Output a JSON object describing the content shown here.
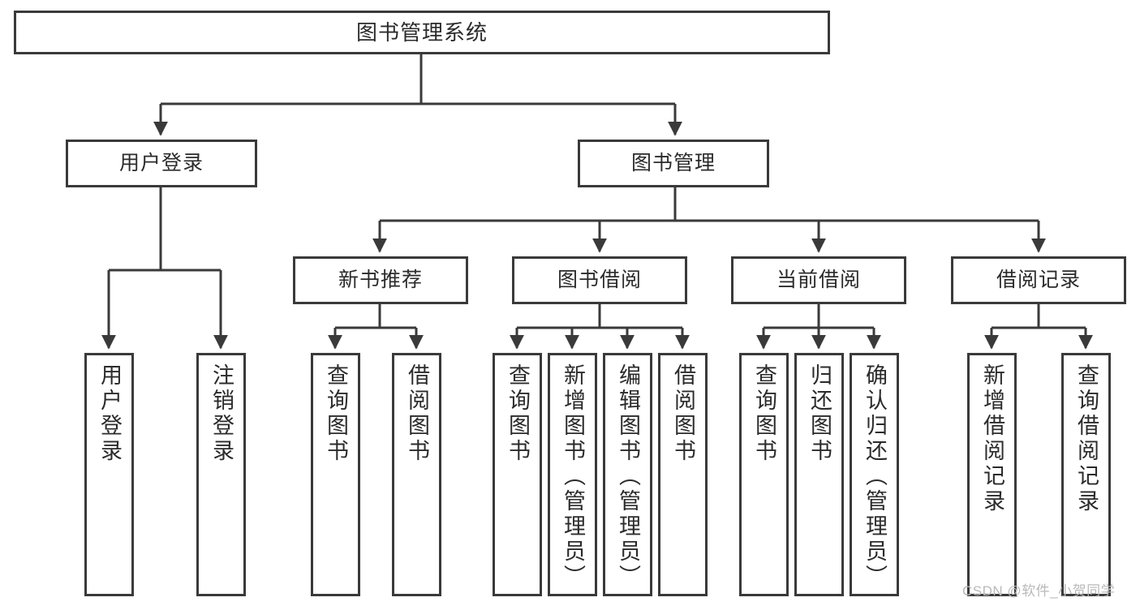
{
  "diagram": {
    "title": "图书管理系统",
    "type": "hierarchy-tree",
    "colors": {
      "stroke": "#3a3a3a",
      "fill": "#ffffff",
      "text": "#2b2b2b",
      "watermark": "#b9b9b9"
    },
    "levels": {
      "root": "图书管理系统",
      "level2": [
        "用户登录",
        "图书管理"
      ],
      "level3": [
        "新书推荐",
        "图书借阅",
        "当前借阅",
        "借阅记录"
      ]
    },
    "nodes": {
      "root": {
        "label": "图书管理系统"
      },
      "user_login": {
        "label": "用户登录"
      },
      "book_manage": {
        "label": "图书管理"
      },
      "new_book_rec": {
        "label": "新书推荐"
      },
      "book_borrow": {
        "label": "图书借阅"
      },
      "current_borrow": {
        "label": "当前借阅"
      },
      "borrow_record": {
        "label": "借阅记录"
      },
      "leaf_user_login": {
        "label": "用户登录"
      },
      "leaf_logout": {
        "label": "注销登录"
      },
      "leaf_query_book_1": {
        "label": "查询图书"
      },
      "leaf_borrow_book_1": {
        "label": "借阅图书"
      },
      "leaf_query_book_2": {
        "label": "查询图书"
      },
      "leaf_add_book_admin": {
        "label": "新增图书（管理员）"
      },
      "leaf_edit_book_admin": {
        "label": "编辑图书（管理员）"
      },
      "leaf_borrow_book_2": {
        "label": "借阅图书"
      },
      "leaf_query_book_3": {
        "label": "查询图书"
      },
      "leaf_return_book": {
        "label": "归还图书"
      },
      "leaf_confirm_return_admin": {
        "label": "确认归还（管理员）"
      },
      "leaf_add_record": {
        "label": "新增借阅记录"
      },
      "leaf_query_record": {
        "label": "查询借阅记录"
      }
    },
    "edges": [
      {
        "from": "root",
        "to": "user_login"
      },
      {
        "from": "root",
        "to": "book_manage"
      },
      {
        "from": "user_login",
        "to": "leaf_user_login"
      },
      {
        "from": "user_login",
        "to": "leaf_logout"
      },
      {
        "from": "book_manage",
        "to": "new_book_rec"
      },
      {
        "from": "book_manage",
        "to": "book_borrow"
      },
      {
        "from": "book_manage",
        "to": "current_borrow"
      },
      {
        "from": "book_manage",
        "to": "borrow_record"
      },
      {
        "from": "new_book_rec",
        "to": "leaf_query_book_1"
      },
      {
        "from": "new_book_rec",
        "to": "leaf_borrow_book_1"
      },
      {
        "from": "book_borrow",
        "to": "leaf_query_book_2"
      },
      {
        "from": "book_borrow",
        "to": "leaf_add_book_admin"
      },
      {
        "from": "book_borrow",
        "to": "leaf_edit_book_admin"
      },
      {
        "from": "book_borrow",
        "to": "leaf_borrow_book_2"
      },
      {
        "from": "current_borrow",
        "to": "leaf_query_book_3"
      },
      {
        "from": "current_borrow",
        "to": "leaf_return_book"
      },
      {
        "from": "current_borrow",
        "to": "leaf_confirm_return_admin"
      },
      {
        "from": "borrow_record",
        "to": "leaf_add_record"
      },
      {
        "from": "borrow_record",
        "to": "leaf_query_record"
      }
    ]
  },
  "watermark": {
    "text": "CSDN @软件_小贺同学"
  }
}
